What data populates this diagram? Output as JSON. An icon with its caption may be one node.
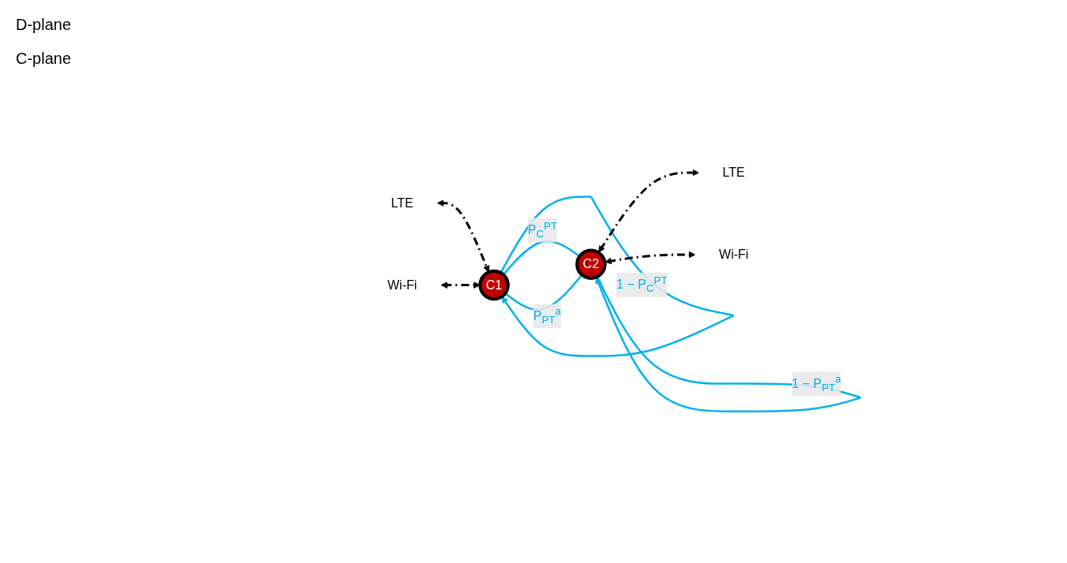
{
  "diagram": {
    "nodes": [
      {
        "text": [
          "C1"
        ]
      },
      {
        "text": [
          "C2"
        ]
      },
      {
        "text": [
          "LTE"
        ]
      },
      {
        "text": [
          "Wi-Fi"
        ]
      },
      {
        "text": [
          "LTE"
        ]
      },
      {
        "text": [
          "Wi-Fi"
        ]
      }
    ],
    "edges": [
      {
        "from": 0,
        "to": 0,
        "arrow": "to",
        "label": "1 − P$_{C}$$^{PT}$",
        "color": "#00b0f0"
      },
      {
        "from": 0,
        "to": 1,
        "arrow": "none",
        "label": "P$_{C}$$^{PT}$",
        "color": "#00b0f0"
      },
      {
        "from": 0,
        "to": 1,
        "arrow": "none",
        "label": "P$_{PT}$$^{a}$",
        "color": "#00b0f0"
      },
      {
        "from": 1,
        "to": 1,
        "arrow": "to",
        "label": "1 − P$_{PT}$$^{a}$",
        "color": "#00b0f0"
      },
      {
        "from": 0,
        "to": 2,
        "arrow": "both",
        "style": "dashed",
        "color": "#000000"
      },
      {
        "from": 0,
        "to": 3,
        "arrow": "both",
        "style": "dashed",
        "color": "#000000"
      },
      {
        "from": 1,
        "to": 4,
        "arrow": "both",
        "style": "dashed",
        "color": "#000000"
      },
      {
        "from": 1,
        "to": 5,
        "arrow": "both",
        "style": "dashed",
        "color": "#000000"
      }
    ],
    "labels": [
      "D-plane",
      "C-plane"
    ]
  }
}
